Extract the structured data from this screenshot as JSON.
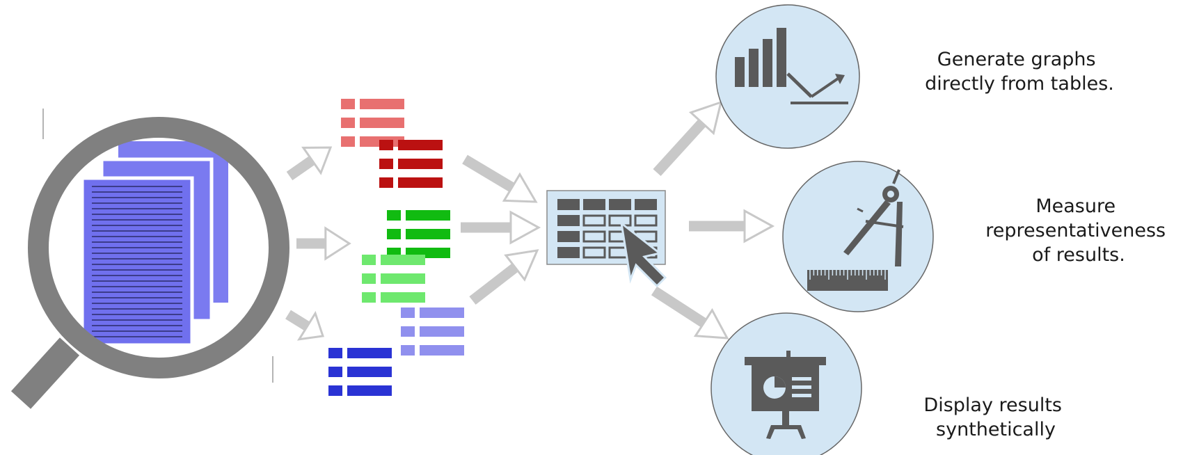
{
  "captions": {
    "graphs": [
      "Generate graphs",
      "directly from tables."
    ],
    "measure": [
      "Measure",
      "representativeness",
      "of results."
    ],
    "display": [
      "Display results",
      "synthetically"
    ]
  },
  "colors": {
    "arrow": "#c8c8c8",
    "magnifier": "#808080",
    "documents": "#7070ee",
    "circle_fill": "#d3e6f4",
    "icon": "#5a5a5a",
    "list_red_light": "#e87070",
    "list_red_dark": "#bb1111",
    "list_green_dark": "#11bb11",
    "list_green_light": "#6ee86e",
    "list_blue_light": "#9090ee",
    "list_blue_dark": "#2a33d4"
  },
  "icons": [
    "magnifier-icon",
    "document-stack-icon",
    "list-icon",
    "table-with-cursor-icon",
    "bar-chart-icon",
    "compass-ruler-icon",
    "presentation-board-icon"
  ]
}
